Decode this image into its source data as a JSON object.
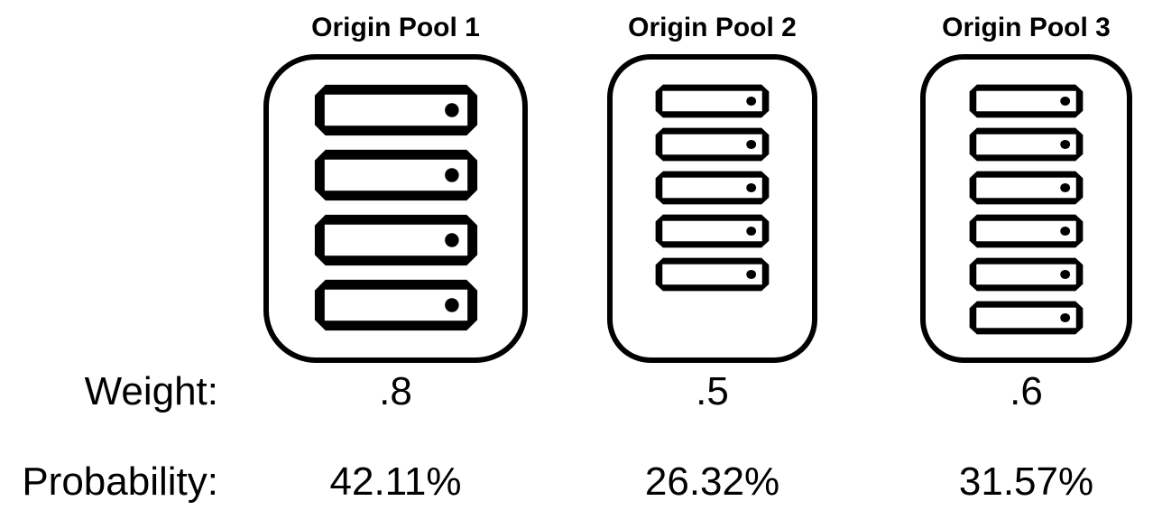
{
  "labels": {
    "weight": "Weight:",
    "probability": "Probability:"
  },
  "pools": [
    {
      "title": "Origin Pool 1",
      "server_count": 4,
      "weight": ".8",
      "probability": "42.11%"
    },
    {
      "title": "Origin Pool 2",
      "server_count": 5,
      "weight": ".5",
      "probability": "26.32%"
    },
    {
      "title": "Origin Pool 3",
      "server_count": 6,
      "weight": ".6",
      "probability": "31.57%"
    }
  ],
  "icons": {
    "server": "server-icon"
  },
  "colors": {
    "foreground": "#000000",
    "background": "#ffffff"
  }
}
